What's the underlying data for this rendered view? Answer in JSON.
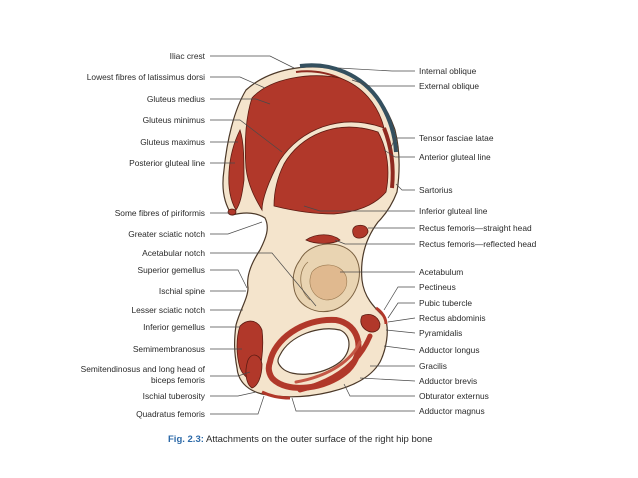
{
  "labels_left": [
    "Iliac crest",
    "Lowest fibres of latissimus dorsi",
    "Gluteus medius",
    "Gluteus minimus",
    "Gluteus maximus",
    "Posterior gluteal line",
    "Some fibres of piriformis",
    "Greater sciatic notch",
    "Acetabular notch",
    "Superior gemellus",
    "Ischial spine",
    "Lesser sciatic notch",
    "Inferior gemellus",
    "Semimembranosus",
    "Semitendinosus and long head of",
    "biceps femoris",
    "Ischial tuberosity",
    "Quadratus femoris"
  ],
  "labels_right": [
    "Internal oblique",
    "External oblique",
    "Tensor fasciae latae",
    "Anterior gluteal line",
    "Sartorius",
    "Inferior gluteal line",
    "Rectus femoris—straight head",
    "Rectus femoris—reflected head",
    "Acetabulum",
    "Pectineus",
    "Pubic tubercle",
    "Rectus abdominis",
    "Pyramidalis",
    "Adductor longus",
    "Gracilis",
    "Adductor brevis",
    "Obturator externus",
    "Adductor magnus"
  ],
  "caption": {
    "key": "Fig. 2.3:",
    "text": " Attachments on the outer surface of the right hip bone"
  },
  "colors": {
    "bone": "#f4e4cc",
    "muscle": "#b1382a",
    "crest_band": "#34505f",
    "caption_key": "#2d6aa8"
  }
}
